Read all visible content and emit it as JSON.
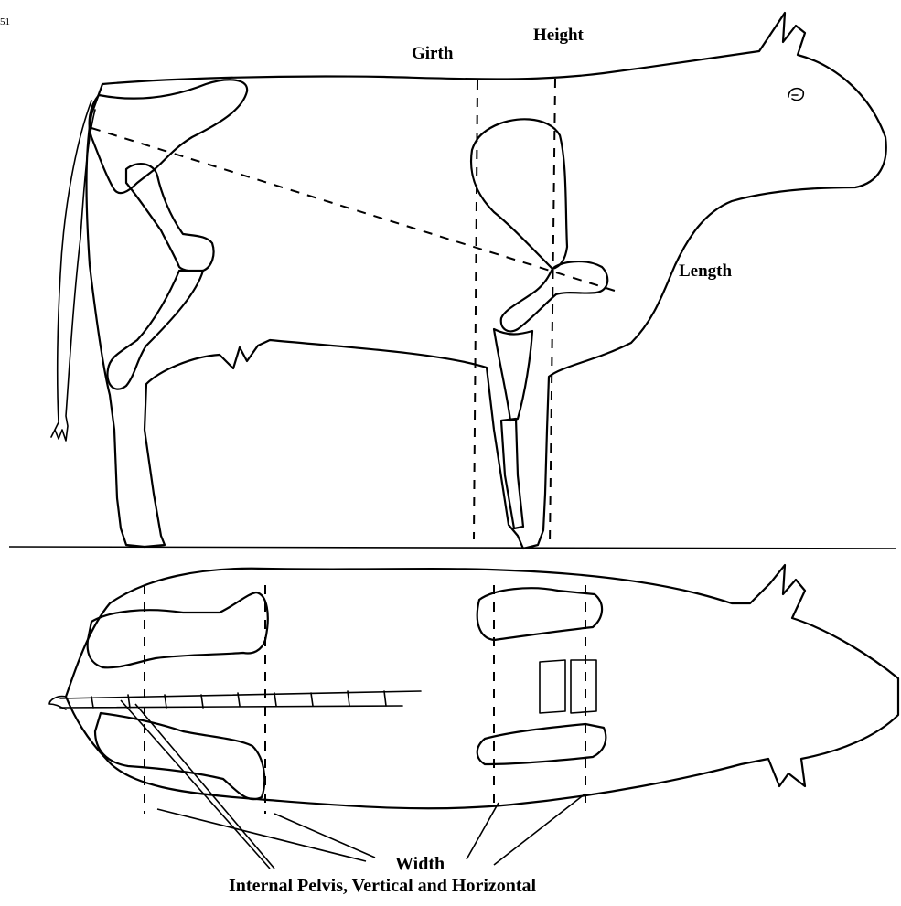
{
  "corner_mark": "51",
  "labels": {
    "girth": "Girth",
    "height": "Height",
    "length": "Length",
    "width": "Width",
    "internal_pelvis": "Internal Pelvis, Vertical and Horizontal"
  }
}
